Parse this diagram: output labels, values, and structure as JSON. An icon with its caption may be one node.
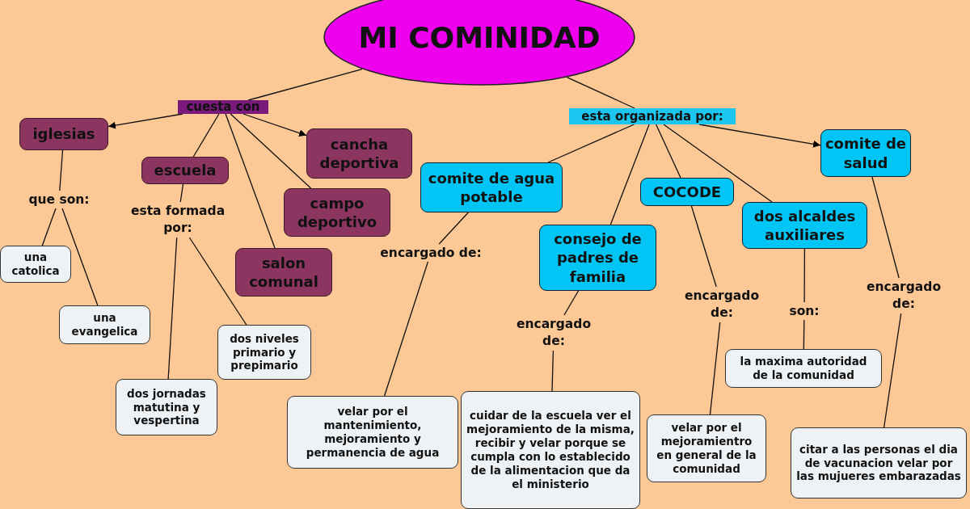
{
  "diagram": {
    "nodes": [
      {
        "text": [
          "MI COMINIDAD"
        ]
      },
      {
        "text": [
          "cuesta con"
        ]
      },
      {
        "text": [
          "esta organizada por:"
        ]
      },
      {
        "text": [
          "iglesias"
        ]
      },
      {
        "text": [
          "escuela"
        ]
      },
      {
        "text": [
          "cancha deportiva"
        ]
      },
      {
        "text": [
          "campo deportivo"
        ]
      },
      {
        "text": [
          "salon comunal"
        ]
      },
      {
        "text": [
          "que son:"
        ]
      },
      {
        "text": [
          "una catolica"
        ]
      },
      {
        "text": [
          "una evangelica"
        ]
      },
      {
        "text": [
          "esta formada por:"
        ]
      },
      {
        "text": [
          "dos niveles primario y prepimario"
        ]
      },
      {
        "text": [
          "dos jornadas matutina y vespertina"
        ]
      },
      {
        "text": [
          "comite de agua potable"
        ]
      },
      {
        "text": [
          "consejo de padres de familia"
        ]
      },
      {
        "text": [
          "COCODE"
        ]
      },
      {
        "text": [
          "dos alcaldes auxiliares"
        ]
      },
      {
        "text": [
          "comite de salud"
        ]
      },
      {
        "text": [
          "encargado de:"
        ]
      },
      {
        "text": [
          "velar por el mantenimiento, mejoramiento y permanencia de agua"
        ]
      },
      {
        "text": [
          "encargado de:"
        ]
      },
      {
        "text": [
          "cuidar de la escuela ver el mejoramiento de la misma, recibir y velar porque se cumpla con lo establecido de la alimentacion que da el ministerio"
        ]
      },
      {
        "text": [
          "encargado de:"
        ]
      },
      {
        "text": [
          "velar por el mejoramientro en general de la comunidad"
        ]
      },
      {
        "text": [
          "son:"
        ]
      },
      {
        "text": [
          "la maxima autoridad de la comunidad"
        ]
      },
      {
        "text": [
          "encargado de:"
        ]
      },
      {
        "text": [
          "citar a las personas el dia de vacunacion velar por las mujueres embarazadas"
        ]
      }
    ],
    "edges": [
      {
        "from": 0,
        "to": 1,
        "arrow": "none"
      },
      {
        "from": 0,
        "to": 2,
        "arrow": "none"
      },
      {
        "from": 1,
        "to": 3,
        "arrow": "to"
      },
      {
        "from": 1,
        "to": 4,
        "arrow": "none"
      },
      {
        "from": 1,
        "to": 5,
        "arrow": "to"
      },
      {
        "from": 1,
        "to": 6,
        "arrow": "none"
      },
      {
        "from": 1,
        "to": 7,
        "arrow": "none"
      },
      {
        "from": 3,
        "to": 8,
        "arrow": "none"
      },
      {
        "from": 8,
        "to": 9,
        "arrow": "none"
      },
      {
        "from": 8,
        "to": 10,
        "arrow": "none"
      },
      {
        "from": 4,
        "to": 11,
        "arrow": "none"
      },
      {
        "from": 11,
        "to": 13,
        "arrow": "none"
      },
      {
        "from": 11,
        "to": 12,
        "arrow": "none"
      },
      {
        "from": 2,
        "to": 14,
        "arrow": "none"
      },
      {
        "from": 2,
        "to": 15,
        "arrow": "none"
      },
      {
        "from": 2,
        "to": 16,
        "arrow": "none"
      },
      {
        "from": 2,
        "to": 17,
        "arrow": "none"
      },
      {
        "from": 2,
        "to": 18,
        "arrow": "to"
      },
      {
        "from": 14,
        "to": 19,
        "arrow": "none"
      },
      {
        "from": 19,
        "to": 20,
        "arrow": "none"
      },
      {
        "from": 15,
        "to": 21,
        "arrow": "none"
      },
      {
        "from": 21,
        "to": 22,
        "arrow": "none"
      },
      {
        "from": 16,
        "to": 23,
        "arrow": "none"
      },
      {
        "from": 23,
        "to": 24,
        "arrow": "none"
      },
      {
        "from": 17,
        "to": 25,
        "arrow": "none"
      },
      {
        "from": 25,
        "to": 26,
        "arrow": "none"
      },
      {
        "from": 18,
        "to": 27,
        "arrow": "none"
      },
      {
        "from": 27,
        "to": 28,
        "arrow": "none"
      }
    ]
  }
}
